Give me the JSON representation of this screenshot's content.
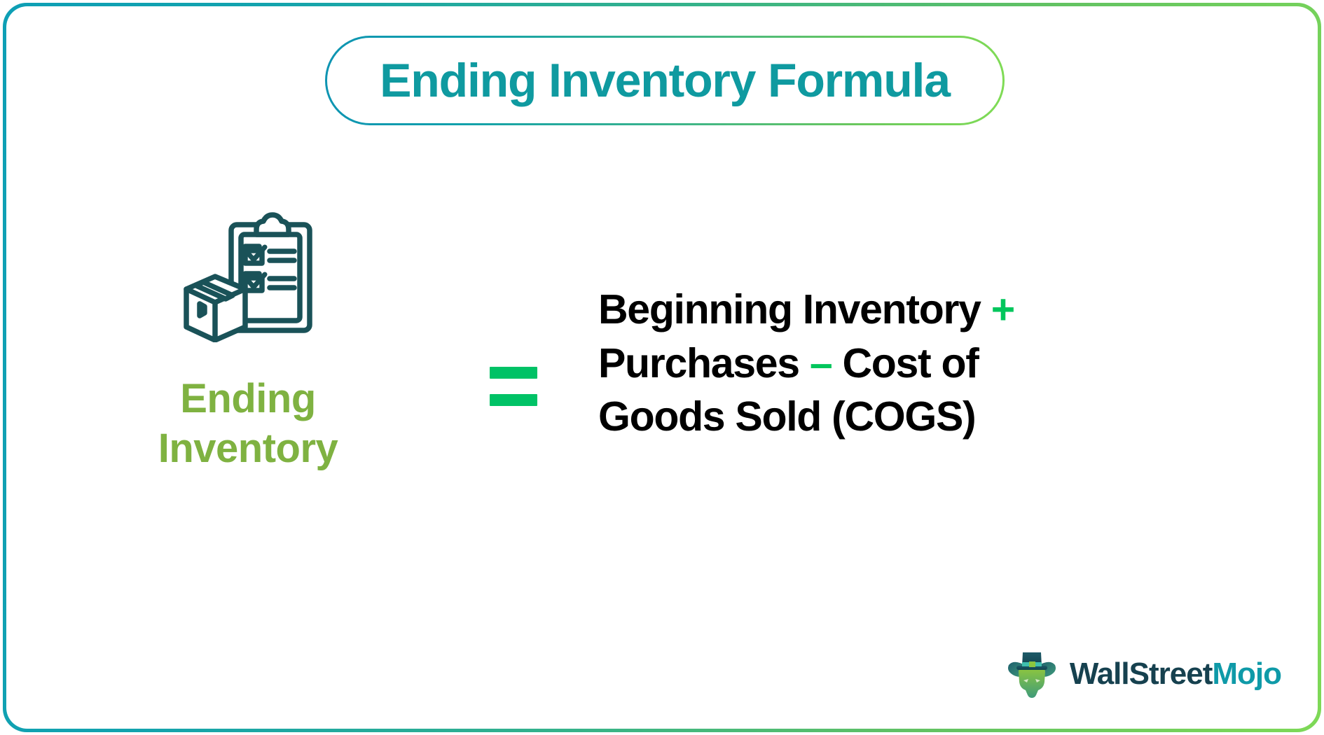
{
  "card": {
    "background": "#ffffff",
    "border_gradient_start": "#0e9fb5",
    "border_gradient_end": "#7ed957"
  },
  "title": {
    "text": "Ending Inventory Formula",
    "color": "#0f9aa0",
    "pill_border_gradient_start": "#0e94b2",
    "pill_border_gradient_end": "#80dc55"
  },
  "left": {
    "icon_name": "clipboard-checklist-and-box-icon",
    "icon_color": "#1a5258",
    "label_line1": "Ending",
    "label_line2": "Inventory",
    "label_color": "#7fb241"
  },
  "operator": {
    "equals": "=",
    "equals_color": "#00c266",
    "plus": "+",
    "minus": "–",
    "operator_color": "#00c65c"
  },
  "formula": {
    "full_text": "Beginning Inventory + Purchases – Cost of Goods Sold (COGS)",
    "text_color": "#000000",
    "line1_a": "Beginning Inventory",
    "line1_op": "+",
    "line2_a": "Purchases",
    "line2_op": "–",
    "line2_b": "Cost of",
    "line3_a": "Goods Sold (COGS)"
  },
  "logo": {
    "mascot_name": "bull-with-top-hat-logo-icon",
    "brand_part1": "WallStreet",
    "brand_part2": "Mojo",
    "brand_part1_color": "#16414f",
    "brand_part2_color": "#0f9aa8"
  }
}
